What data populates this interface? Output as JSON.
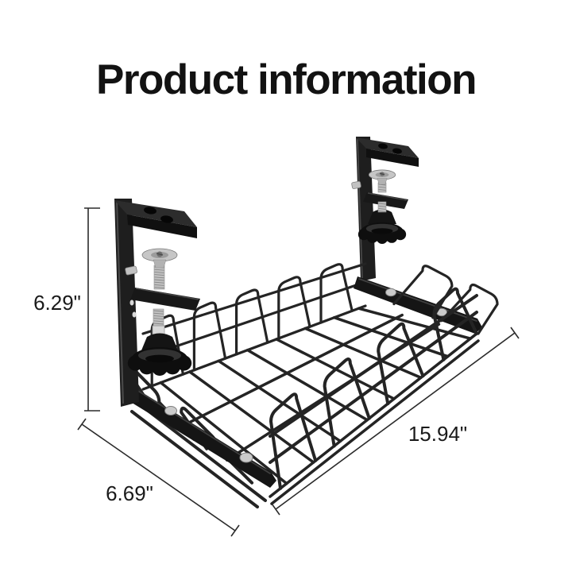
{
  "title": "Product information",
  "dimensions": {
    "height": {
      "value": "6.29\""
    },
    "depth": {
      "value": "6.69\""
    },
    "length": {
      "value": "15.94\""
    }
  },
  "product": {
    "description": "Black under-desk wire cable management tray with two C-clamp desk mounts"
  },
  "colors": {
    "background": "#ffffff",
    "title_text": "#121212",
    "dimension_line": "#2b2b2b",
    "label_text": "#1a1a1a",
    "wire_black": "#242424",
    "metal_black": "#1e1e1e",
    "silver": "#c6c6c6"
  }
}
